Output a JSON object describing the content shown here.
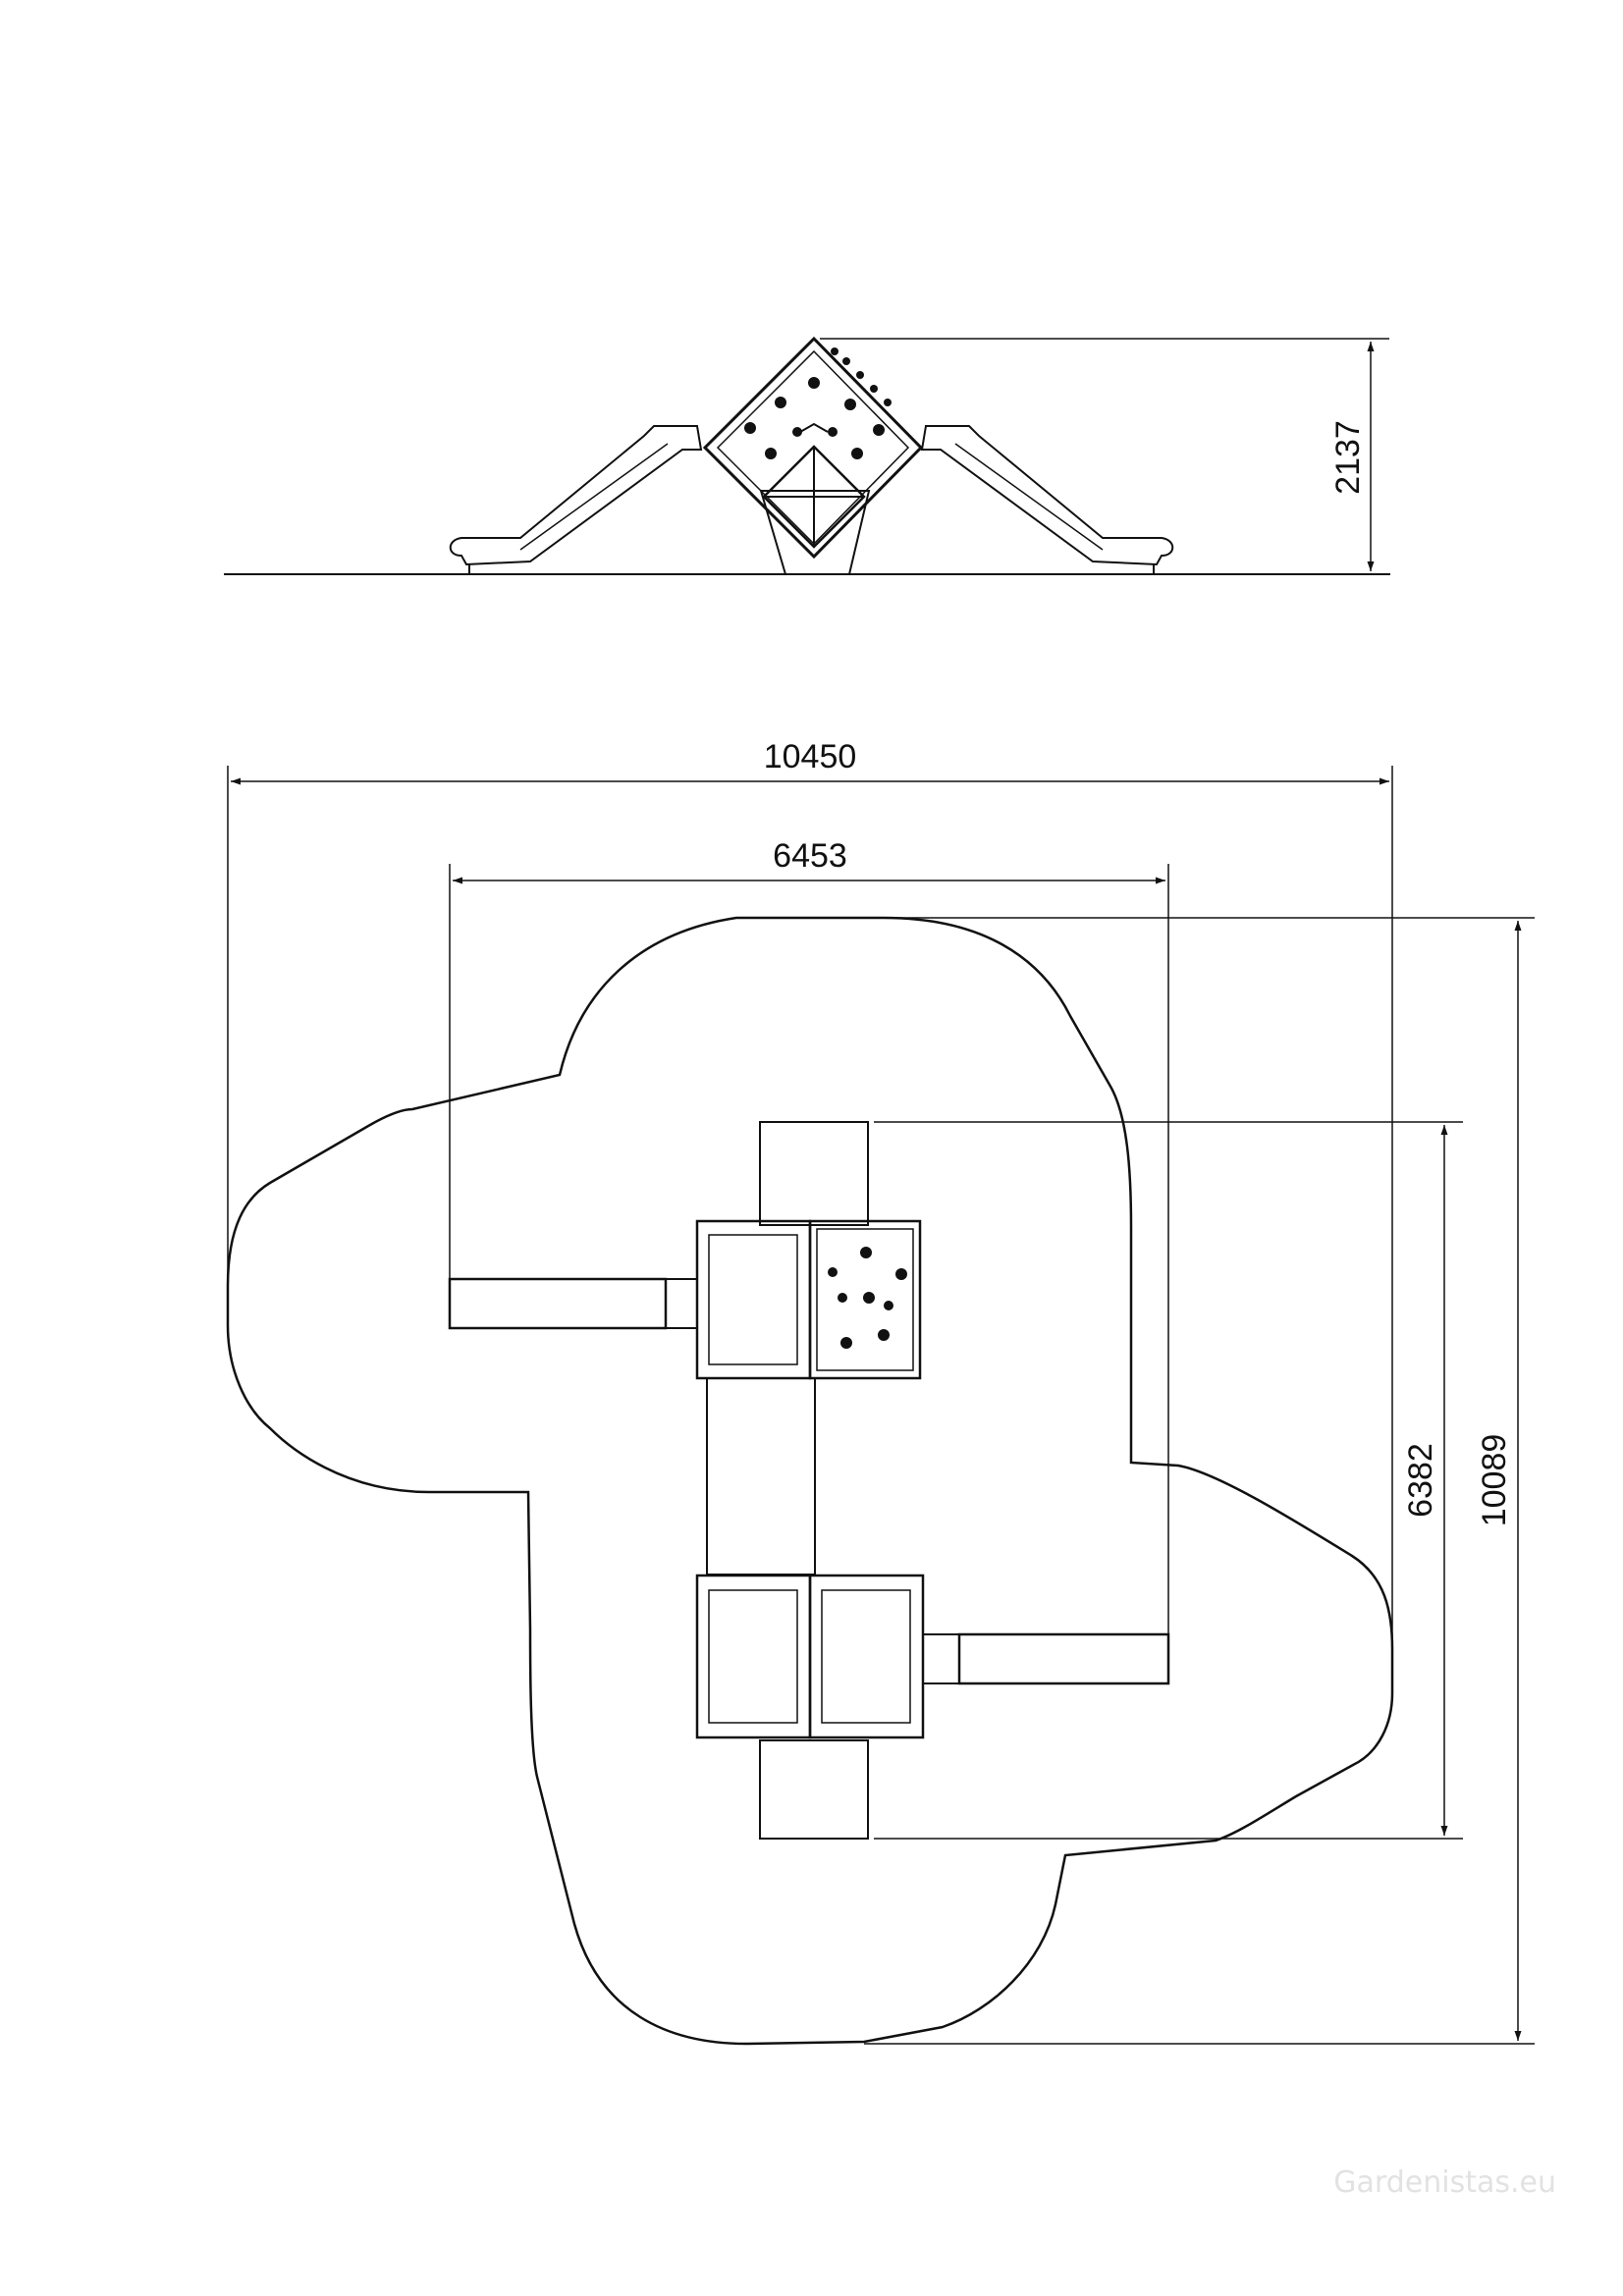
{
  "dimensions": {
    "height": "2137",
    "total_width": "10450",
    "inner_width": "6453",
    "inner_depth": "6382",
    "total_depth": "10089"
  },
  "watermark": "Gardenistas.eu",
  "colors": {
    "line": "#111111",
    "fill_light": "#f4f4f4",
    "watermark": "#e2e2e2"
  }
}
